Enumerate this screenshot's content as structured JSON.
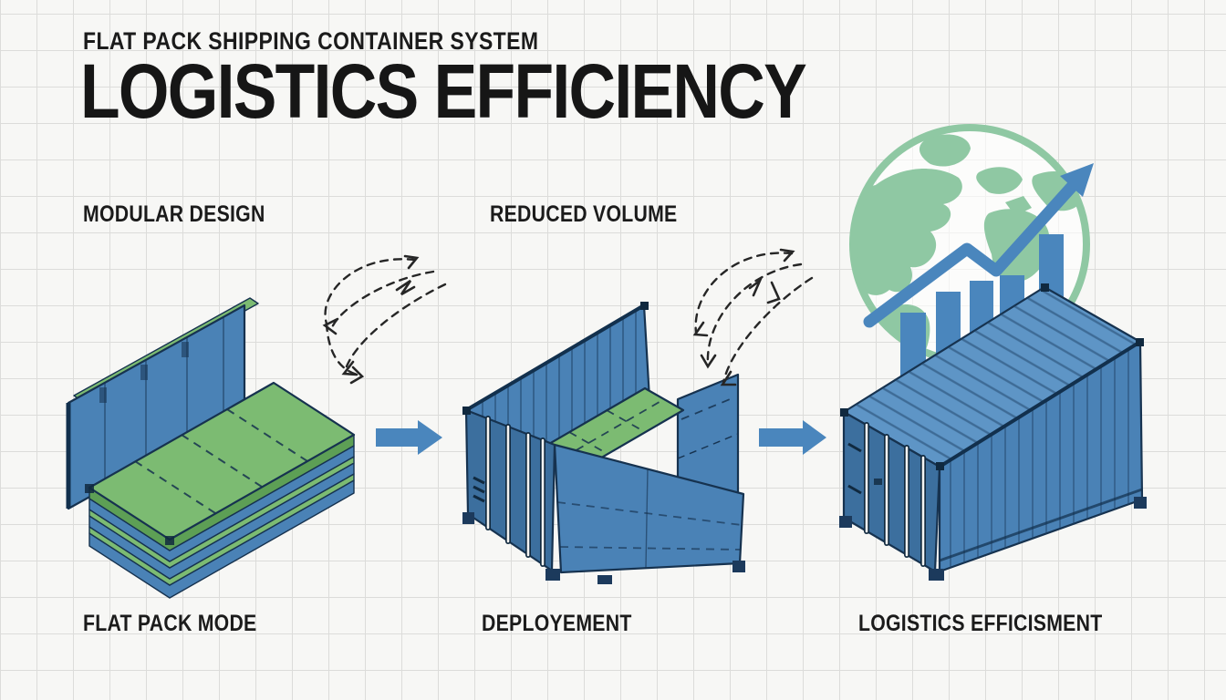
{
  "poster": {
    "kicker": "FLAT PACK SHIPPING CONTAINER SYSTEM",
    "title": "LOGISTICS EFFICIENCY"
  },
  "stages": [
    {
      "id": "modular-design",
      "top_label": "MODULAR DESIGN",
      "bottom_label": "FLAT PACK MODE"
    },
    {
      "id": "reduced-volume",
      "top_label": "REDUCED VOLUME",
      "bottom_label": "DEPLOYEMENT"
    },
    {
      "id": "logistics",
      "top_label": "",
      "bottom_label": "LOGISTICS EFFICISMENT"
    }
  ],
  "icons": [
    "globe-icon",
    "growth-arrow-icon",
    "bar-chart-icon",
    "arrow-right-icon",
    "fold-arrows-icon",
    "flat-pack-container-icon",
    "open-container-icon",
    "assembled-container-icon"
  ],
  "colors": {
    "bg": "#f7f7f5",
    "grid_line": "#dcdcda",
    "ink": "#1e1e1e",
    "container_blue": "#4a82b6",
    "container_blue_dark": "#3c6f9e",
    "container_blue_light": "#5e95c6",
    "panel_green": "#7cbb72",
    "panel_green_dark": "#5d9f55",
    "globe_green": "#8fc8a3",
    "arrow_blue": "#4a86bd",
    "outline_navy": "#16324f"
  }
}
